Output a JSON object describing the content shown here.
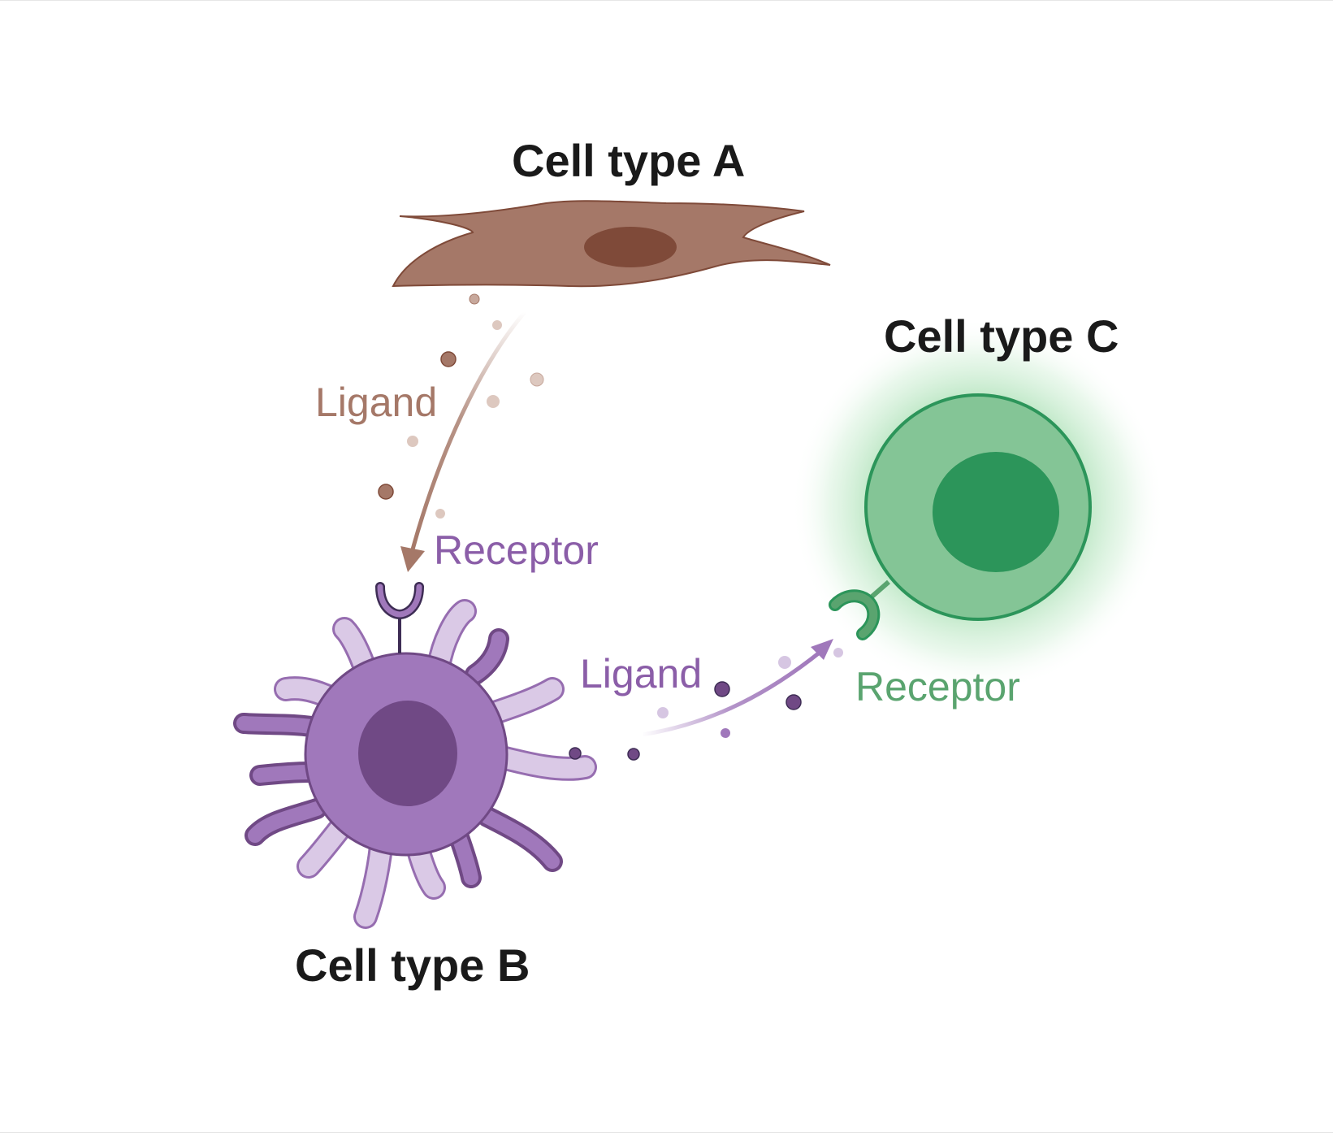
{
  "diagram": {
    "cell_a": {
      "label": "Cell type A"
    },
    "cell_b": {
      "label": "Cell type B"
    },
    "cell_c": {
      "label": "Cell type C"
    },
    "signal_a_to_b": {
      "ligand_label": "Ligand",
      "receptor_label": "Receptor"
    },
    "signal_b_to_c": {
      "ligand_label": "Ligand",
      "receptor_label": "Receptor"
    }
  },
  "colors": {
    "cell_a": "#a57868",
    "cell_a_nucleus": "#7f4a39",
    "cell_b": "#a078bb",
    "cell_b_nucleus": "#704985",
    "cell_c": "#84c596",
    "cell_c_nucleus": "#2c955a",
    "ligand_a_text": "#a57868",
    "receptor_b_text": "#8b5ea8",
    "ligand_b_text": "#8b5ea8",
    "receptor_c_text": "#5aa46f"
  }
}
